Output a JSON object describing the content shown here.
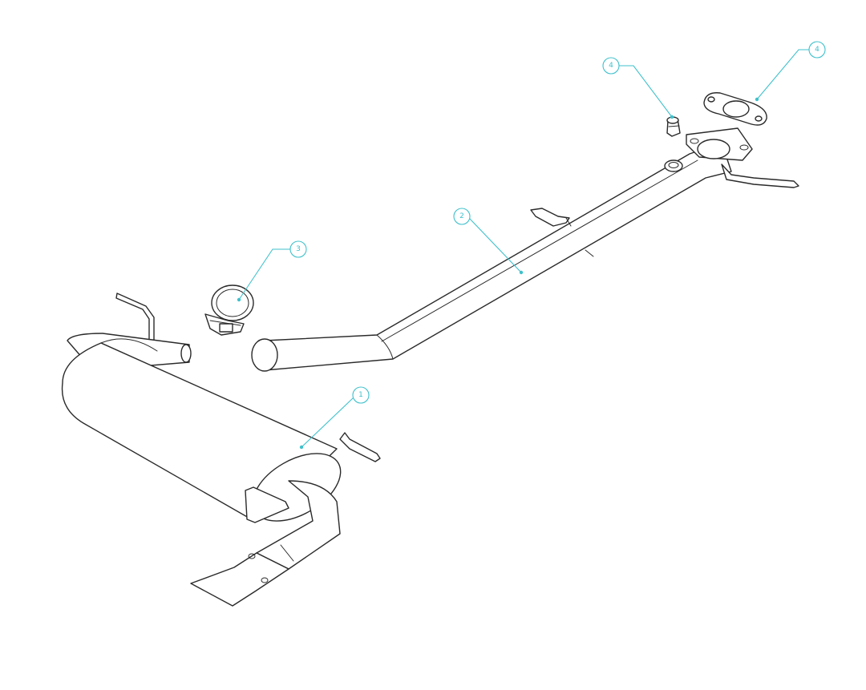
{
  "callouts": [
    {
      "id": "muffler",
      "label": "1"
    },
    {
      "id": "pipe",
      "label": "2"
    },
    {
      "id": "clamp",
      "label": "3"
    },
    {
      "id": "sensor-plug",
      "label": "4"
    },
    {
      "id": "gasket",
      "label": "4"
    }
  ],
  "colors": {
    "leader": "#3fc1cc",
    "line": "#2a2a2a",
    "background": "#ffffff"
  }
}
